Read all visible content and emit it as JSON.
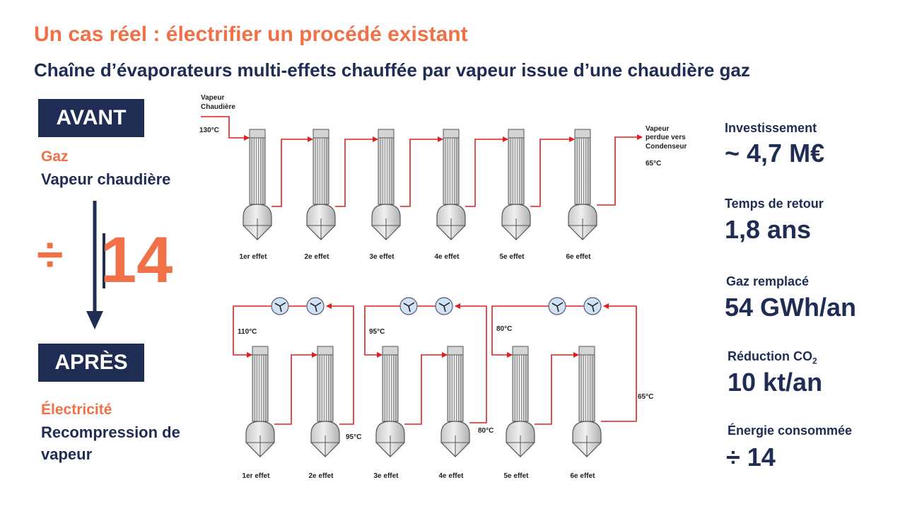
{
  "header": {
    "title": "Un cas réel : électrifier un procédé existant",
    "subtitle": "Chaîne d’évaporateurs multi-effets chauffée par vapeur issue d’une chaudière gaz"
  },
  "left": {
    "avant_label": "AVANT",
    "avant_energy": "Gaz",
    "avant_desc": "Vapeur chaudière",
    "factor_symbol": "÷",
    "factor_value": "14",
    "apres_label": "APRÈS",
    "apres_energy": "Électricité",
    "apres_desc_line1": "Recompression de",
    "apres_desc_line2": "vapeur"
  },
  "diagram": {
    "top": {
      "inlet_line1": "Vapeur",
      "inlet_line2": "Chaudière",
      "inlet_temp": "130°C",
      "outlet_line1": "Vapeur",
      "outlet_line2": "perdue vers",
      "outlet_line3": "Condenseur",
      "outlet_temp": "65°C",
      "effects": [
        "1er effet",
        "2e effet",
        "3e effet",
        "4e effet",
        "5e effet",
        "6e effet"
      ]
    },
    "bottom": {
      "temps_left": [
        "110°C",
        "95°C",
        "80°C"
      ],
      "temps_right": [
        "95°C",
        "80°C",
        "65°C"
      ],
      "effects": [
        "1er effet",
        "2e effet",
        "3e effet",
        "4e effet",
        "5e effet",
        "6e effet"
      ]
    }
  },
  "metrics": [
    {
      "label": "Investissement",
      "value": "~ 4,7 M€"
    },
    {
      "label": "Temps de retour",
      "value": "1,8 ans"
    },
    {
      "label": "Gaz remplacé",
      "value": "54 GWh/an"
    },
    {
      "label_main": "Réduction CO",
      "label_sub": "2",
      "value": "10 kt/an"
    },
    {
      "label": "Énergie consommée",
      "value": "÷ 14"
    }
  ],
  "colors": {
    "accent_orange": "#f07048",
    "navy": "#1f2d55",
    "pipe_red": "#e02020"
  }
}
